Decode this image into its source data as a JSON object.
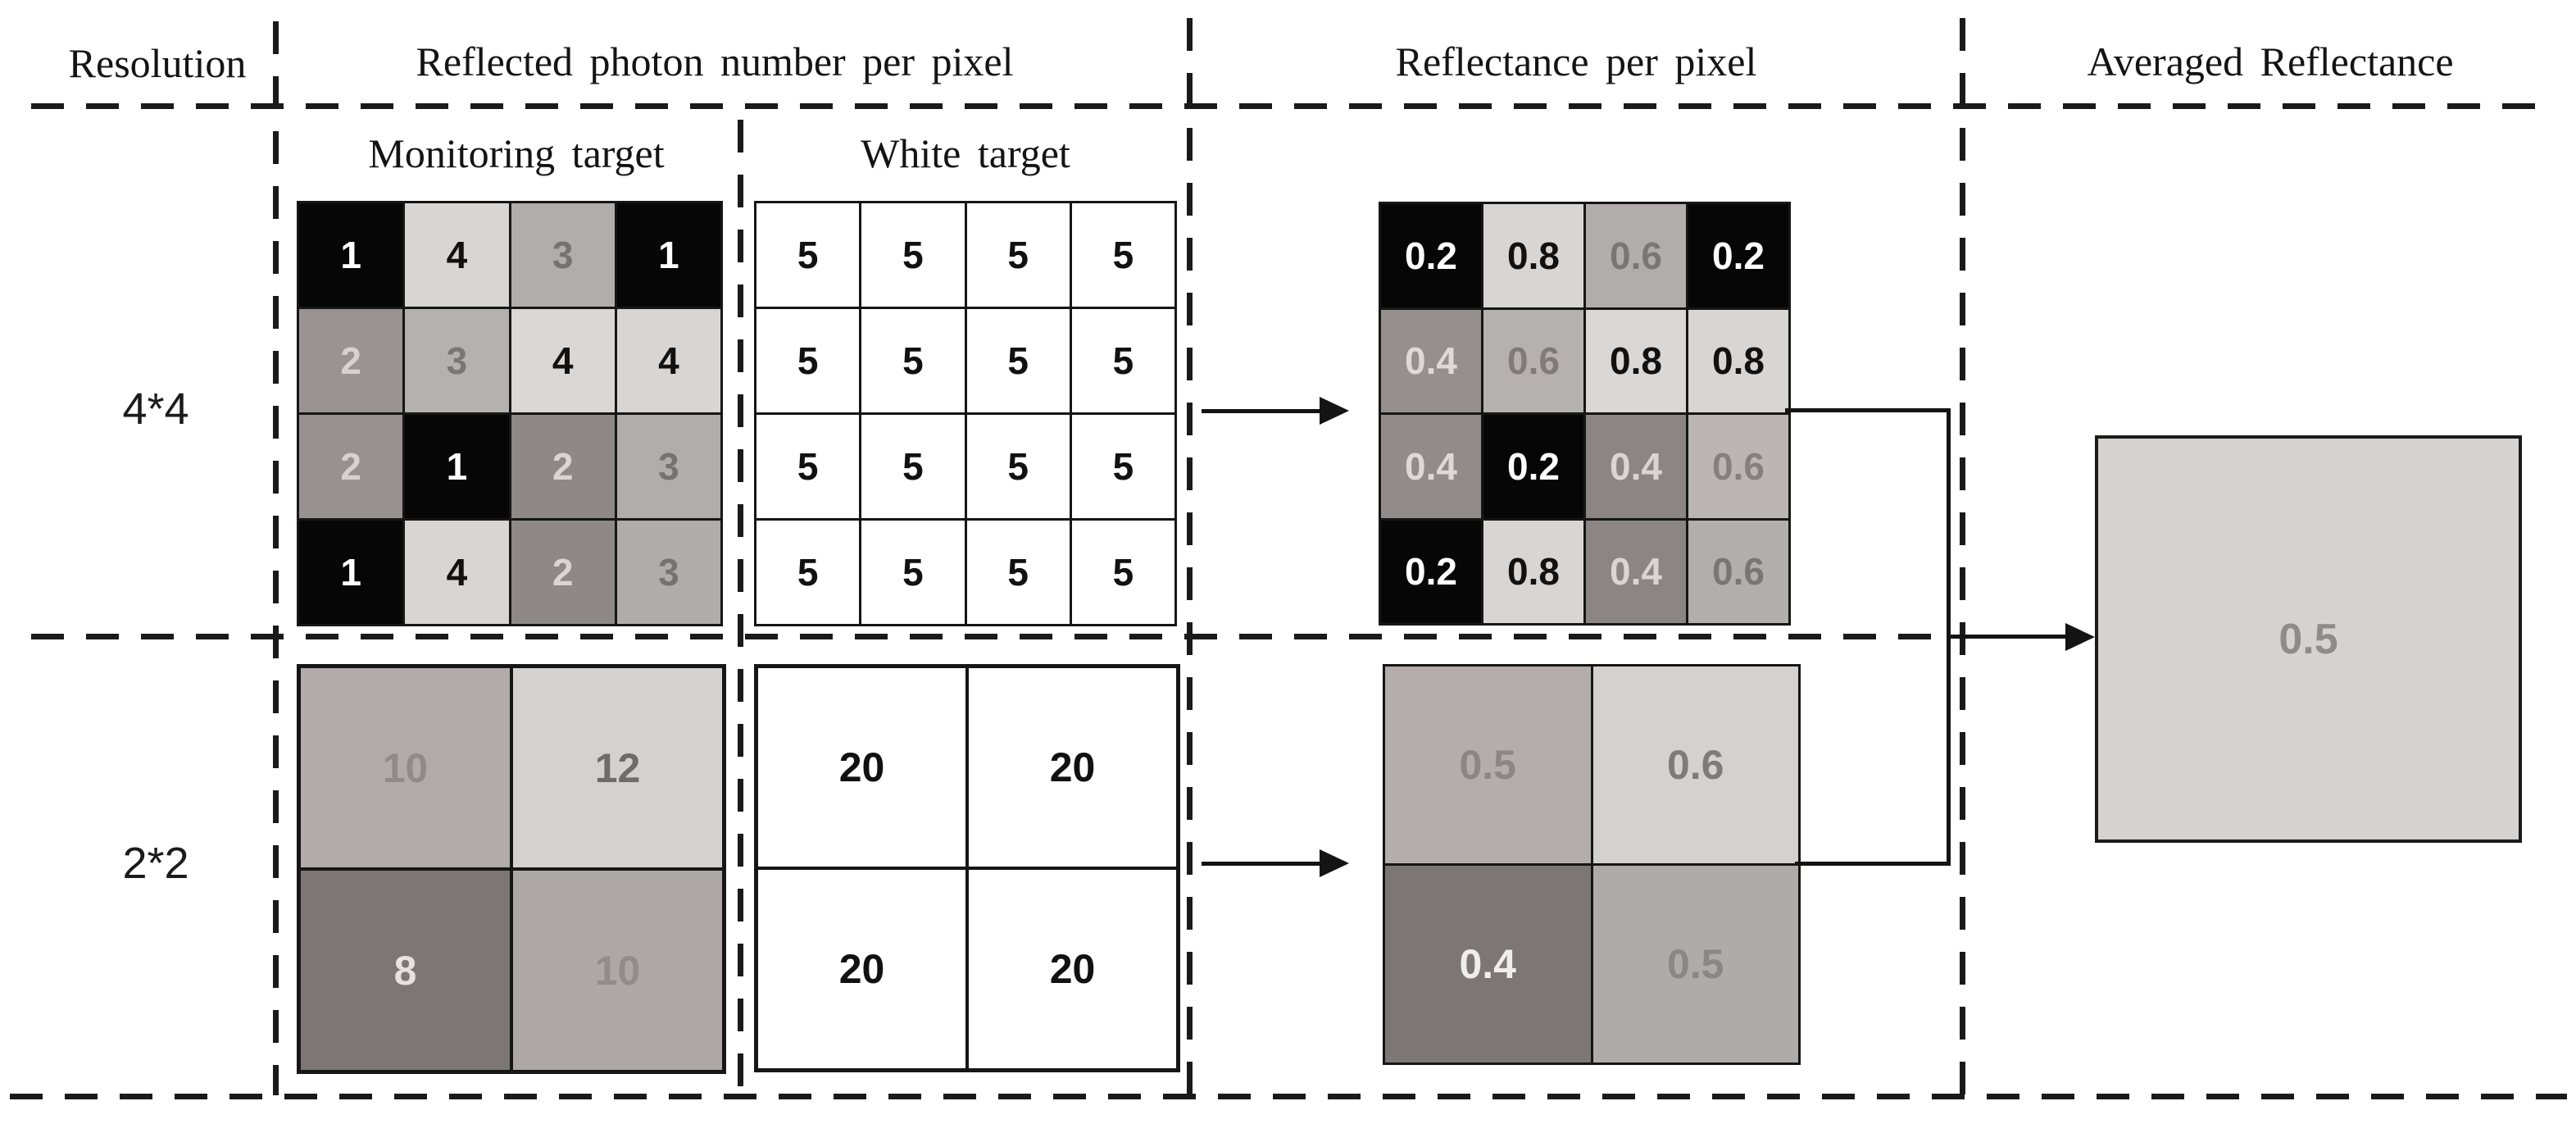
{
  "figure": {
    "columns": {
      "resolution": "Resolution",
      "photon": "Reflected photon number per pixel",
      "reflectance": "Reflectance per pixel",
      "averaged": "Averaged Reflectance"
    },
    "subcolumns": {
      "monitoring": "Monitoring target",
      "white": "White target"
    },
    "row_labels": {
      "r44": "4*4",
      "r22": "2*2"
    },
    "grids": {
      "mon44": {
        "cols": 4,
        "cells": [
          [
            {
              "v": "1",
              "bg": "#060606",
              "fg": "#ffffff"
            },
            {
              "v": "4",
              "bg": "#d8d6d4",
              "fg": "#111111"
            },
            {
              "v": "3",
              "bg": "#b2adad",
              "fg": "#777272"
            },
            {
              "v": "1",
              "bg": "#060606",
              "fg": "#ffffff"
            }
          ],
          [
            {
              "v": "2",
              "bg": "#999394",
              "fg": "#d6d2d1"
            },
            {
              "v": "3",
              "bg": "#b6b1b1",
              "fg": "#7b7676"
            },
            {
              "v": "4",
              "bg": "#dad8d6",
              "fg": "#111111"
            },
            {
              "v": "4",
              "bg": "#d8d6d4",
              "fg": "#111111"
            }
          ],
          [
            {
              "v": "2",
              "bg": "#979192",
              "fg": "#d6d2d1"
            },
            {
              "v": "1",
              "bg": "#060606",
              "fg": "#ffffff"
            },
            {
              "v": "2",
              "bg": "#8e8889",
              "fg": "#d8d5d4"
            },
            {
              "v": "3",
              "bg": "#b2adad",
              "fg": "#777272"
            }
          ],
          [
            {
              "v": "1",
              "bg": "#060606",
              "fg": "#ffffff"
            },
            {
              "v": "4",
              "bg": "#d8d6d4",
              "fg": "#111111"
            },
            {
              "v": "2",
              "bg": "#8e8889",
              "fg": "#d8d5d4"
            },
            {
              "v": "3",
              "bg": "#b1acac",
              "fg": "#777272"
            }
          ]
        ]
      },
      "wht44": {
        "cols": 4,
        "cells": [
          [
            {
              "v": "5",
              "bg": "#ffffff",
              "fg": "#111111"
            },
            {
              "v": "5",
              "bg": "#ffffff",
              "fg": "#111111"
            },
            {
              "v": "5",
              "bg": "#ffffff",
              "fg": "#111111"
            },
            {
              "v": "5",
              "bg": "#ffffff",
              "fg": "#111111"
            }
          ],
          [
            {
              "v": "5",
              "bg": "#ffffff",
              "fg": "#111111"
            },
            {
              "v": "5",
              "bg": "#ffffff",
              "fg": "#111111"
            },
            {
              "v": "5",
              "bg": "#ffffff",
              "fg": "#111111"
            },
            {
              "v": "5",
              "bg": "#ffffff",
              "fg": "#111111"
            }
          ],
          [
            {
              "v": "5",
              "bg": "#ffffff",
              "fg": "#111111"
            },
            {
              "v": "5",
              "bg": "#ffffff",
              "fg": "#111111"
            },
            {
              "v": "5",
              "bg": "#ffffff",
              "fg": "#111111"
            },
            {
              "v": "5",
              "bg": "#ffffff",
              "fg": "#111111"
            }
          ],
          [
            {
              "v": "5",
              "bg": "#ffffff",
              "fg": "#111111"
            },
            {
              "v": "5",
              "bg": "#ffffff",
              "fg": "#111111"
            },
            {
              "v": "5",
              "bg": "#ffffff",
              "fg": "#111111"
            },
            {
              "v": "5",
              "bg": "#ffffff",
              "fg": "#111111"
            }
          ]
        ]
      },
      "ref44": {
        "cols": 4,
        "cells": [
          [
            {
              "v": "0.2",
              "bg": "#060606",
              "fg": "#ffffff"
            },
            {
              "v": "0.8",
              "bg": "#d8d6d4",
              "fg": "#111111"
            },
            {
              "v": "0.6",
              "bg": "#b2adad",
              "fg": "#7b7676"
            },
            {
              "v": "0.2",
              "bg": "#060606",
              "fg": "#ffffff"
            }
          ],
          [
            {
              "v": "0.4",
              "bg": "#958f90",
              "fg": "#ddd9d8"
            },
            {
              "v": "0.6",
              "bg": "#b6b1b1",
              "fg": "#807b7a"
            },
            {
              "v": "0.8",
              "bg": "#dad8d6",
              "fg": "#111111"
            },
            {
              "v": "0.8",
              "bg": "#d8d6d4",
              "fg": "#111111"
            }
          ],
          [
            {
              "v": "0.4",
              "bg": "#918b8c",
              "fg": "#ddd9d8"
            },
            {
              "v": "0.2",
              "bg": "#060606",
              "fg": "#ffffff"
            },
            {
              "v": "0.4",
              "bg": "#8b8586",
              "fg": "#d8d5d4"
            },
            {
              "v": "0.6",
              "bg": "#bbb6b5",
              "fg": "#858080"
            }
          ],
          [
            {
              "v": "0.2",
              "bg": "#060606",
              "fg": "#ffffff"
            },
            {
              "v": "0.8",
              "bg": "#d8d6d4",
              "fg": "#111111"
            },
            {
              "v": "0.4",
              "bg": "#8b8586",
              "fg": "#d8d5d4"
            },
            {
              "v": "0.6",
              "bg": "#b3aeae",
              "fg": "#7b7676"
            }
          ]
        ]
      },
      "mon22": {
        "cols": 2,
        "cells": [
          [
            {
              "v": "10",
              "bg": "#b1acab",
              "fg": "#8f8b8a"
            },
            {
              "v": "12",
              "bg": "#d4d2d0",
              "fg": "#6f6b6b"
            }
          ],
          [
            {
              "v": "8",
              "bg": "#7c7676",
              "fg": "#e5e2e1"
            },
            {
              "v": "10",
              "bg": "#ada8a7",
              "fg": "#918d8c"
            }
          ]
        ]
      },
      "wht22": {
        "cols": 2,
        "cells": [
          [
            {
              "v": "20",
              "bg": "#ffffff",
              "fg": "#111111"
            },
            {
              "v": "20",
              "bg": "#ffffff",
              "fg": "#111111"
            }
          ],
          [
            {
              "v": "20",
              "bg": "#ffffff",
              "fg": "#111111"
            },
            {
              "v": "20",
              "bg": "#ffffff",
              "fg": "#111111"
            }
          ]
        ]
      },
      "ref22": {
        "cols": 2,
        "cells": [
          [
            {
              "v": "0.5",
              "bg": "#b3aead",
              "fg": "#8b8786"
            },
            {
              "v": "0.6",
              "bg": "#d4d2d0",
              "fg": "#7f7b7a"
            }
          ],
          [
            {
              "v": "0.4",
              "bg": "#7c7676",
              "fg": "#f0eeed"
            },
            {
              "v": "0.5",
              "bg": "#afabaa",
              "fg": "#8b8786"
            }
          ]
        ]
      },
      "averaged": {
        "cols": 1,
        "cells": [
          [
            {
              "v": "0.5",
              "bg": "#d4d3d1",
              "fg": "#8f8b8a"
            }
          ]
        ]
      }
    },
    "averaged_box": {
      "value": "0.5",
      "bg": "#d4d3d1",
      "fg": "#8f8b8a"
    },
    "colors": {
      "line": "#141414",
      "dash": "#1a1a1a"
    }
  }
}
